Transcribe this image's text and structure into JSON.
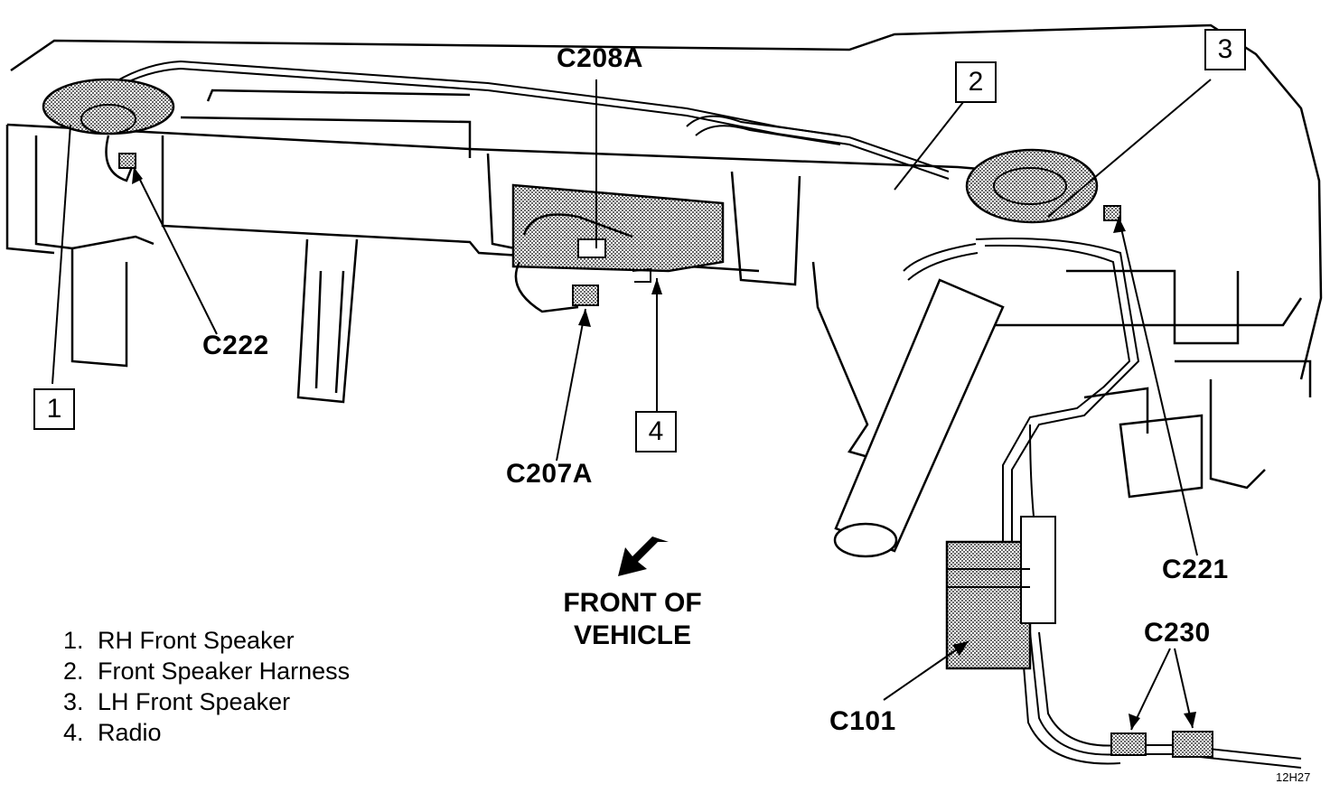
{
  "callouts": {
    "c208a": "C208A",
    "c222": "C222",
    "c207a": "C207A",
    "c221": "C221",
    "c230": "C230",
    "c101": "C101"
  },
  "numbered_boxes": {
    "b1": "1",
    "b2": "2",
    "b3": "3",
    "b4": "4"
  },
  "front_of_vehicle": {
    "line1": "FRONT OF",
    "line2": "VEHICLE"
  },
  "legend": [
    {
      "num": "1.",
      "text": "RH Front Speaker"
    },
    {
      "num": "2.",
      "text": "Front Speaker Harness"
    },
    {
      "num": "3.",
      "text": "LH Front Speaker"
    },
    {
      "num": "4.",
      "text": "Radio"
    }
  ],
  "figure_code": "12H27",
  "colors": {
    "ink": "#000000",
    "paper": "#ffffff",
    "shade": "#9a9a9a"
  }
}
